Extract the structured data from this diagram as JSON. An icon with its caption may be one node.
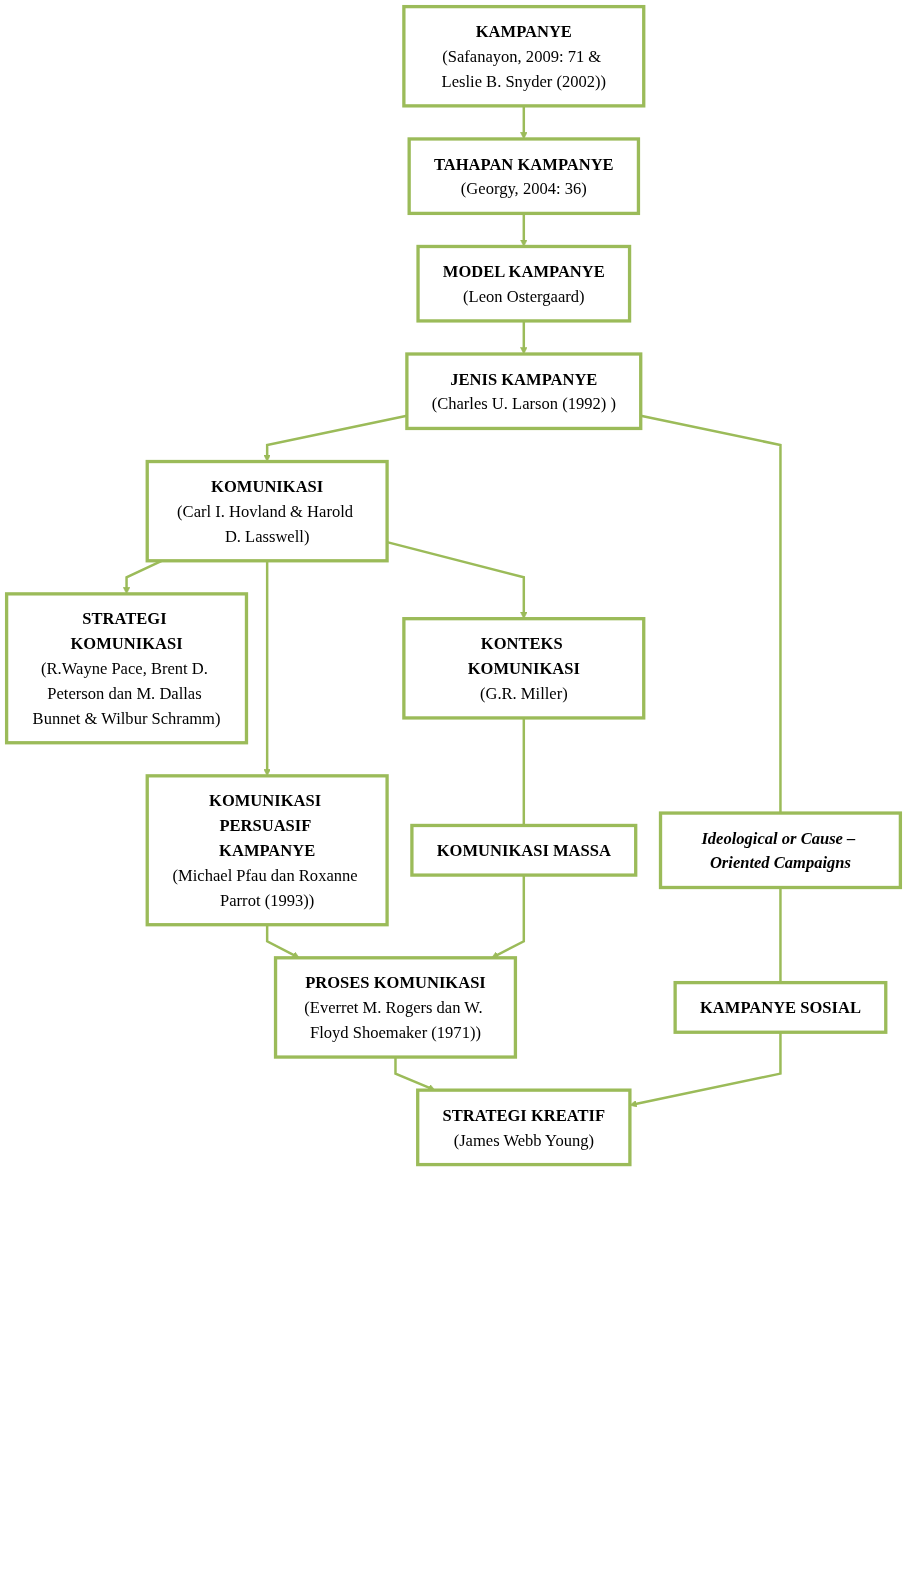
{
  "diagram": {
    "nodes": [
      {
        "text": [
          "KAMPANYE",
          "(Safanayon, 2009: 71 & Leslie B. Snyder (2002))"
        ]
      },
      {
        "text": [
          "TAHAPAN KAMPANYE",
          "(Georgy, 2004: 36)"
        ]
      },
      {
        "text": [
          "MODEL KAMPANYE",
          "(Leon Ostergaard)"
        ]
      },
      {
        "text": [
          "JENIS  KAMPANYE",
          "(Charles U. Larson (1992) )"
        ]
      },
      {
        "text": [
          "Ideological or Cause – Oriented Campaigns"
        ]
      },
      {
        "text": [
          "KOMUNIKASI",
          "(Carl I. Hovland & Harold D. Lasswell)"
        ]
      },
      {
        "text": [
          "KAMPANYE SOSIAL"
        ]
      },
      {
        "text": [
          "KOMUNIKASI PERSUASIF KAMPANYE",
          "(Michael Pfau dan Roxanne Parrot (1993))"
        ]
      },
      {
        "text": [
          "STRATEGI KOMUNIKASI",
          "(R.Wayne Pace, Brent D. Peterson dan M. Dallas Bunnet & Wilbur Schramm)"
        ]
      },
      {
        "text": [
          "KONTEKS KOMUNIKASI",
          "(G.R. Miller)"
        ]
      },
      {
        "text": [
          "KOMUNIKASI MASSA"
        ]
      },
      {
        "text": [
          "PROSES KOMUNIKASI",
          "(Everret M. Rogers dan W. Floyd Shoemaker (1971))"
        ]
      },
      {
        "text": [
          "STRATEGI KREATIF",
          "(James  Webb Young)"
        ]
      }
    ],
    "edges": [
      {
        "from": 0,
        "to": 1,
        "arrow": "to"
      },
      {
        "from": 1,
        "to": 2,
        "arrow": "to"
      },
      {
        "from": 2,
        "to": 3,
        "arrow": "to"
      },
      {
        "from": 3,
        "to": 4,
        "arrow": "none"
      },
      {
        "from": 3,
        "to": 5,
        "arrow": "to"
      },
      {
        "from": 4,
        "to": 6,
        "arrow": "none"
      },
      {
        "from": 5,
        "to": 7,
        "arrow": "to"
      },
      {
        "from": 5,
        "to": 8,
        "arrow": "to"
      },
      {
        "from": 5,
        "to": 9,
        "arrow": "to"
      },
      {
        "from": 9,
        "to": 10,
        "arrow": "none"
      },
      {
        "from": 7,
        "to": 11,
        "arrow": "to"
      },
      {
        "from": 10,
        "to": 11,
        "arrow": "to"
      },
      {
        "from": 11,
        "to": 12,
        "arrow": "to"
      },
      {
        "from": 6,
        "to": 12,
        "arrow": "to"
      }
    ]
  }
}
